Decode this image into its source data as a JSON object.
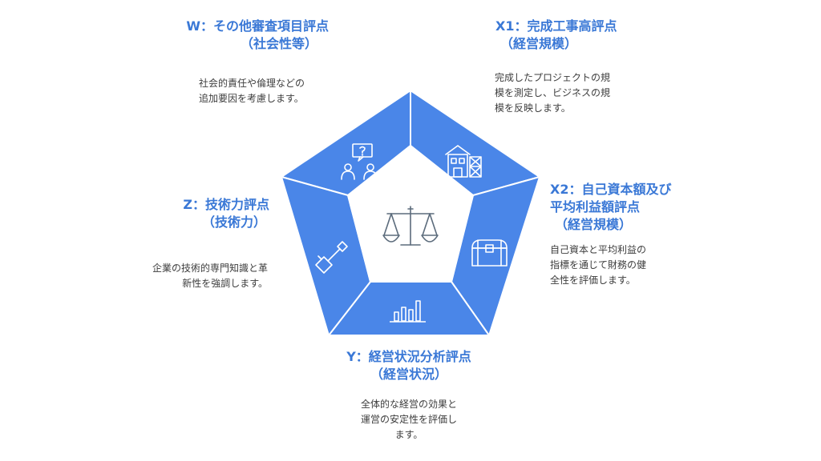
{
  "diagram": {
    "colors": {
      "segment_fill": "#4a86e8",
      "segment_stroke": "#ffffff",
      "icon_stroke": "#ffffff",
      "center_fill": "#ffffff",
      "center_icon_stroke": "#5b6b7b",
      "title_color": "#3a78d6",
      "desc_color": "#3d3d3d"
    },
    "center_icon": "balance-scale-icon",
    "factors": [
      {
        "id": "w",
        "title_lines": [
          "W：その他審査項目評点",
          "（社会性等）"
        ],
        "desc_lines": [
          "社会的責任や倫理などの",
          "追加要因を考慮します。"
        ],
        "icon": "people-question-icon"
      },
      {
        "id": "x1",
        "title_lines": [
          "X1：完成工事高評点",
          "（経営規模）"
        ],
        "desc_lines": [
          "完成したプロジェクトの規",
          "模を測定し、ビジネスの規",
          "模を反映します。"
        ],
        "icon": "building-scaffold-icon"
      },
      {
        "id": "x2",
        "title_lines": [
          "X2：自己資本額及び",
          "平均利益額評点",
          "（経営規模）"
        ],
        "desc_lines": [
          "自己資本と平均利益の",
          "指標を通じて財務の健",
          "全性を評価します。"
        ],
        "icon": "treasure-chest-icon"
      },
      {
        "id": "y",
        "title_lines": [
          "Y：経営状況分析評点",
          "（経営状況）"
        ],
        "desc_lines": [
          "全体的な経営の効果と",
          "運営の安定性を評価し",
          "ます。"
        ],
        "icon": "bar-chart-icon"
      },
      {
        "id": "z",
        "title_lines": [
          "Z：技術力評点",
          "（技術力）"
        ],
        "desc_lines": [
          "企業の技術的専門知識と革",
          "新性を強調します。"
        ],
        "icon": "screwdriver-icon"
      }
    ]
  }
}
